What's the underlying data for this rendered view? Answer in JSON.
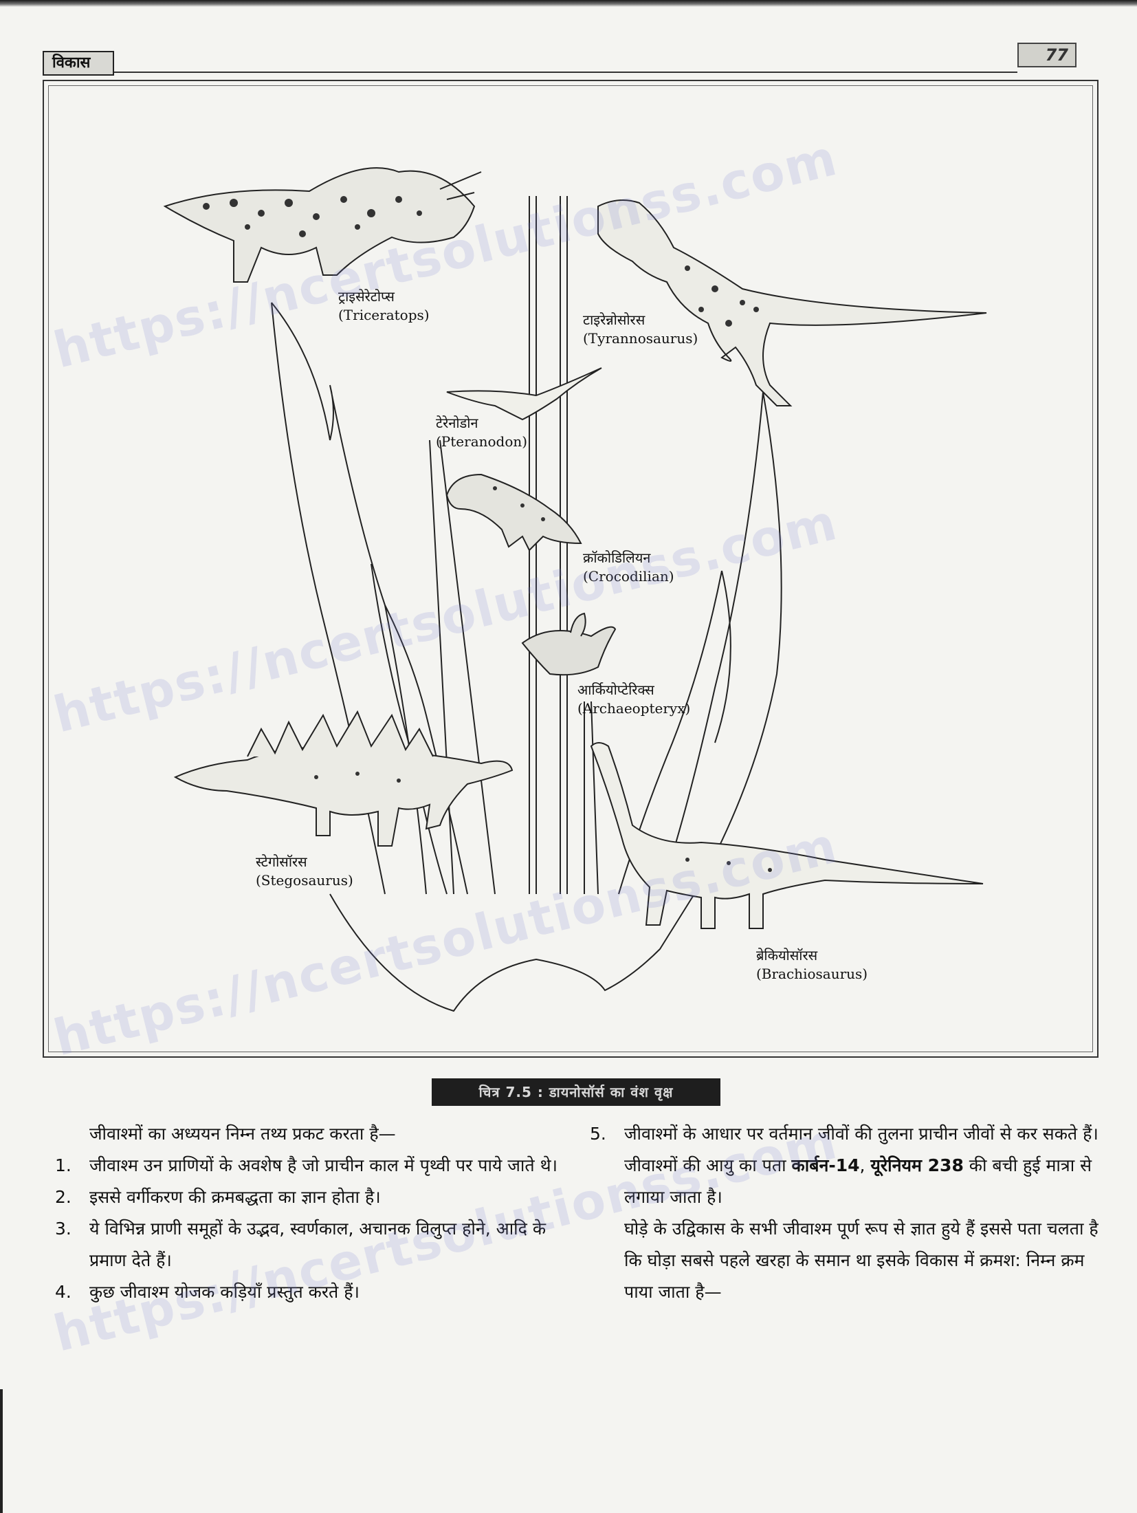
{
  "header": {
    "chapter": "विकास",
    "page_number": "77"
  },
  "figure": {
    "labels": [
      {
        "id": "triceratops",
        "hi": "ट्राइसेरेटोप्स",
        "en": "(Triceratops)"
      },
      {
        "id": "tyrannosaurus",
        "hi": "टाइरेन्नोसोरस",
        "en": "(Tyrannosaurus)"
      },
      {
        "id": "pteranodon",
        "hi": "टेरेनोडोन",
        "en": "(Pteranodon)"
      },
      {
        "id": "crocodilian",
        "hi": "क्रॉकोडिलियन",
        "en": "(Crocodilian)"
      },
      {
        "id": "archaeopteryx",
        "hi": "आर्कियोप्टेरिक्स",
        "en": "(Archaeopteryx)"
      },
      {
        "id": "stegosaurus",
        "hi": "स्टेगोसॉरस",
        "en": "(Stegosaurus)"
      },
      {
        "id": "brachiosaurus",
        "hi": "ब्रेकियोसॉरस",
        "en": "(Brachiosaurus)"
      }
    ],
    "caption": "चित्र 7.5 : डायनोसॉर्स का वंश वृक्ष"
  },
  "text": {
    "intro": "जीवाश्मों का अध्ययन निम्न तथ्य प्रकट करता है—",
    "items_left": [
      {
        "num": "1.",
        "text": "जीवाश्म उन प्राणियों के अवशेष है जो प्राचीन काल में पृथ्वी पर पाये जाते थे।"
      },
      {
        "num": "2.",
        "text": "इससे वर्गीकरण की क्रमबद्धता का ज्ञान होता है।"
      },
      {
        "num": "3.",
        "text": "ये विभिन्न प्राणी समूहों के उद्भव, स्वर्णकाल, अचानक विलुप्त होने, आदि के प्रमाण देते हैं।"
      },
      {
        "num": "4.",
        "text": "कुछ जीवाश्म योजक कड़ियाँ प्रस्तुत करते हैं।"
      }
    ],
    "item5": {
      "num": "5.",
      "text": "जीवाश्मों के आधार पर वर्तमान जीवों की तुलना प्राचीन जीवों से कर सकते हैं।"
    },
    "para_age": {
      "pre": "जीवाश्मों की आयु का पता ",
      "b1": "कार्बन-14",
      "mid": ", ",
      "b2": "यूरेनियम 238",
      "post": " की बची हुई मात्रा से लगाया जाता है।"
    },
    "para_horse": "घोड़े के उद्विकास के सभी जीवाश्म पूर्ण रूप से ज्ञात हुये हैं इससे पता चलता है कि घोड़ा सबसे पहले खरहा के समान था इसके विकास में क्रमश: निम्न क्रम पाया जाता है—"
  },
  "watermark": "https://ncertsolutionss.com"
}
